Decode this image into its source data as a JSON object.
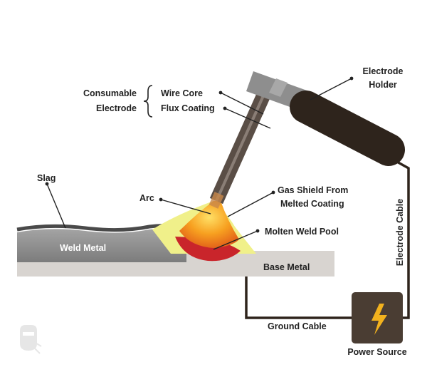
{
  "labels": {
    "consumable_line1": "Consumable",
    "consumable_line2": "Electrode",
    "wire_core": "Wire Core",
    "flux_coating": "Flux Coating",
    "electrode_holder_line1": "Electrode",
    "electrode_holder_line2": "Holder",
    "slag": "Slag",
    "arc": "Arc",
    "gas_shield_line1": "Gas Shield From",
    "gas_shield_line2": "Melted Coating",
    "molten_weld_pool": "Molten Weld Pool",
    "weld_metal": "Weld Metal",
    "base_metal": "Base Metal",
    "electrode_cable": "Electrode Cable",
    "ground_cable": "Ground Cable",
    "power_source": "Power Source"
  },
  "icons": {
    "power_source": "lightning-bolt-icon",
    "watermark": "welding-mask-logo-icon"
  },
  "colors": {
    "cable": "#2e241c",
    "electrode_holder": "#2e241c",
    "power_source_box": "#4a3d33",
    "bolt": "#f2b21e",
    "base_metal": "#d8d4d0",
    "weld_metal": "#8b8b8b",
    "slag": "#5a5a5a",
    "gas_shield": "#f0f08a",
    "molten_pool": "#d02a2a",
    "arc_glow": "#f4a020",
    "electrode_clamp": "#8e8e8e",
    "electrode_rod": "#5a4e46"
  }
}
